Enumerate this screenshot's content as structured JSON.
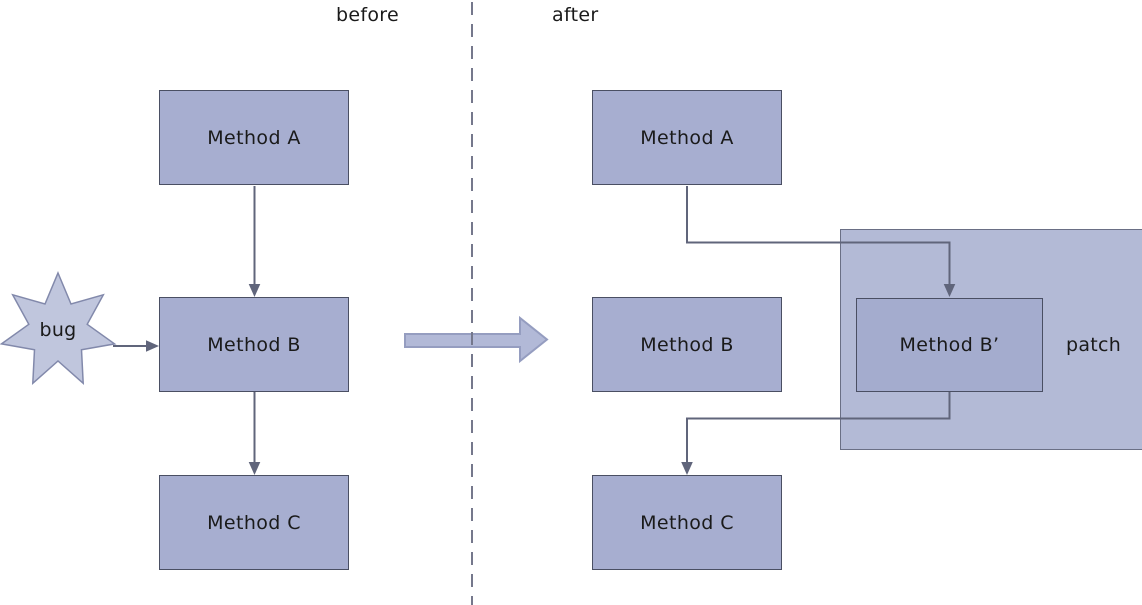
{
  "header": {
    "before_label": "before",
    "after_label": "after"
  },
  "before_panel": {
    "boxes": [
      {
        "label": "Method A"
      },
      {
        "label": "Method B"
      },
      {
        "label": "Method C"
      }
    ],
    "bug": {
      "label": "bug"
    }
  },
  "after_panel": {
    "boxes": [
      {
        "label": "Method A"
      },
      {
        "label": "Method B"
      },
      {
        "label": "Method C"
      }
    ],
    "patched_box": {
      "label": "Method B’"
    },
    "patch": {
      "label": "patch"
    }
  },
  "icons": {
    "bug_burst": "seven-pointed-burst",
    "transition_arrow": "right-block-arrow",
    "divider": "vertical-dashed-line"
  },
  "colors": {
    "background": "#ffffff",
    "text": "#1a1a1a",
    "box_fill": "#a7aed0",
    "box_border": "#4a4f63",
    "patch_fill": "#b3bad6",
    "patch_border": "#6a6f85",
    "patched_box_fill": "#a4acce",
    "star_fill": "#c0c6dd",
    "star_border": "#8289ab",
    "connector": "#60657b",
    "big_arrow_fill": "#b2b9d7",
    "big_arrow_border": "#959dc0",
    "divider": "#75788c"
  }
}
